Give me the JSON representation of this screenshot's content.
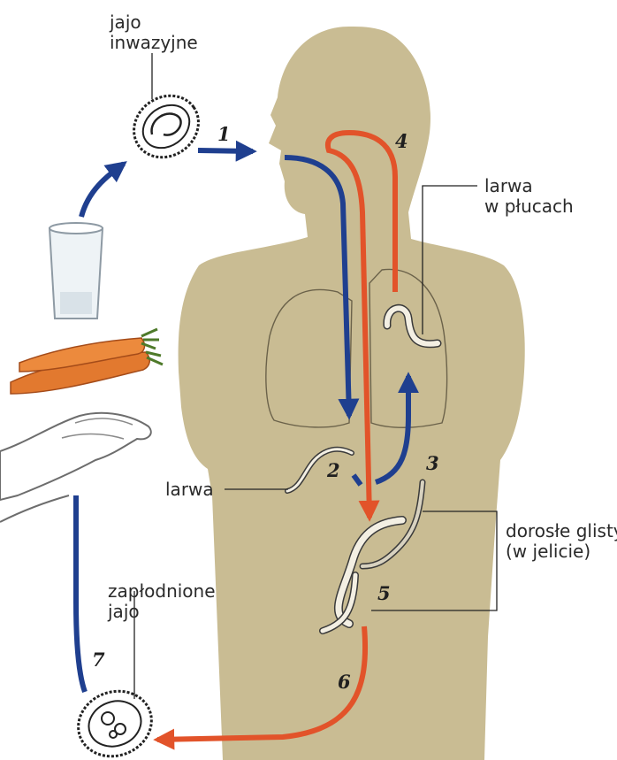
{
  "labels": {
    "infective_egg_line1": "jajo",
    "infective_egg_line2": "inwazyjne",
    "lung_larva_line1": "larwa",
    "lung_larva_line2": "w płucach",
    "larva": "larwa",
    "adults_line1": "dorosłe glisty",
    "adults_line2": "(w jelicie)",
    "fertilized_egg_line1": "zapłodnione",
    "fertilized_egg_line2": "jajo"
  },
  "steps": [
    "1",
    "2",
    "3",
    "4",
    "5",
    "6",
    "7"
  ],
  "colors": {
    "body": "#c9bc93",
    "blue_path": "#1f3f8f",
    "red_path": "#e2532a",
    "worm": "#f3efe3",
    "line": "#222222"
  }
}
